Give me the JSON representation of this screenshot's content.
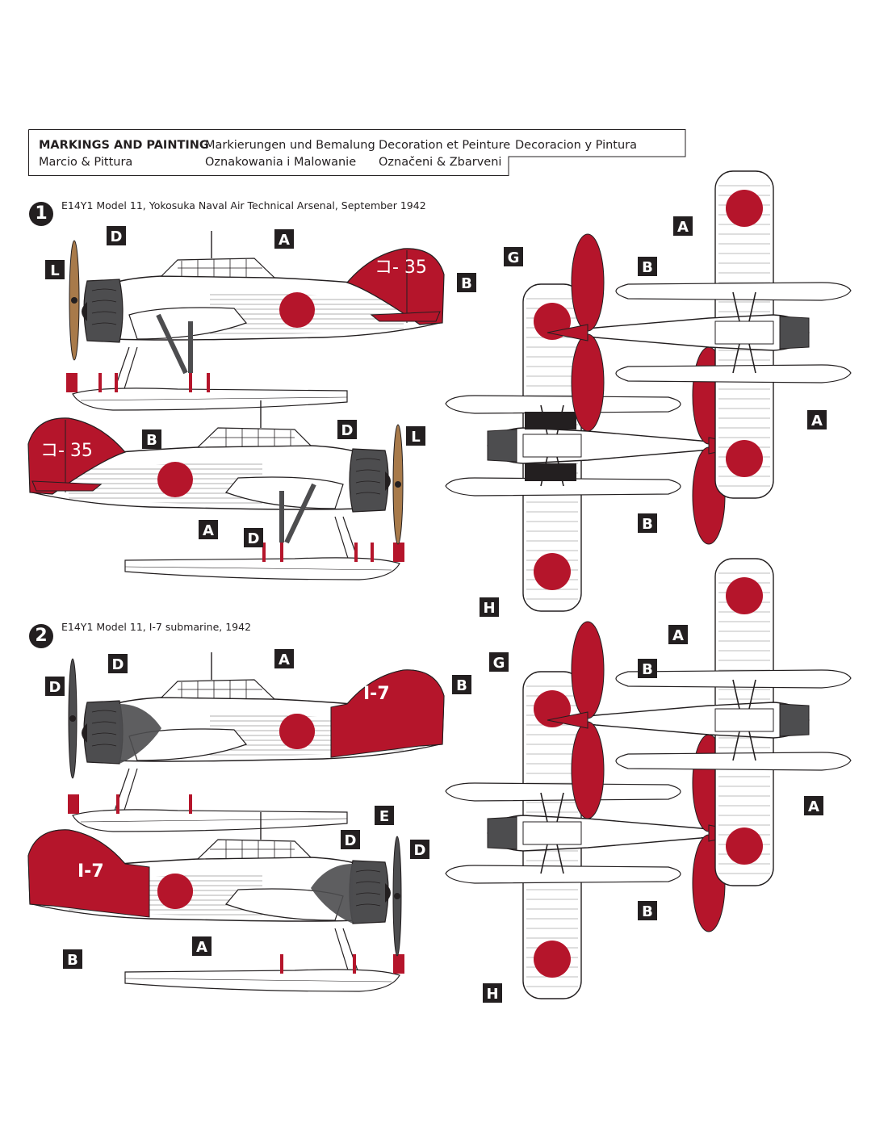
{
  "header": {
    "title_en": "MARKINGS AND PAINTING",
    "title_de": "Markierungen und Bemalung",
    "title_fr": "Decoration et Peinture",
    "title_es": "Decoracion y Pintura",
    "title_it": "Marcio & Pittura",
    "title_pl": "Oznakowania i Malowanie",
    "title_cz": "Označeni & Zbarveni"
  },
  "schemes": [
    {
      "number": "1",
      "title": "E14Y1 Model 11, Yokosuka Naval Air Technical Arsenal, September 1942",
      "tail_code": "コ- 35"
    },
    {
      "number": "2",
      "title": "E14Y1 Model 11, I-7 submarine, 1942",
      "tail_code": "I-7"
    }
  ],
  "letter_labels": [
    "A",
    "B",
    "D",
    "E",
    "G",
    "H",
    "L"
  ],
  "colors": {
    "red": "#b5152b",
    "white": "#ffffff",
    "dark_grey": "#4d4d4f",
    "black": "#231f20",
    "wood": "#a87a4a",
    "outline": "#231f20"
  }
}
